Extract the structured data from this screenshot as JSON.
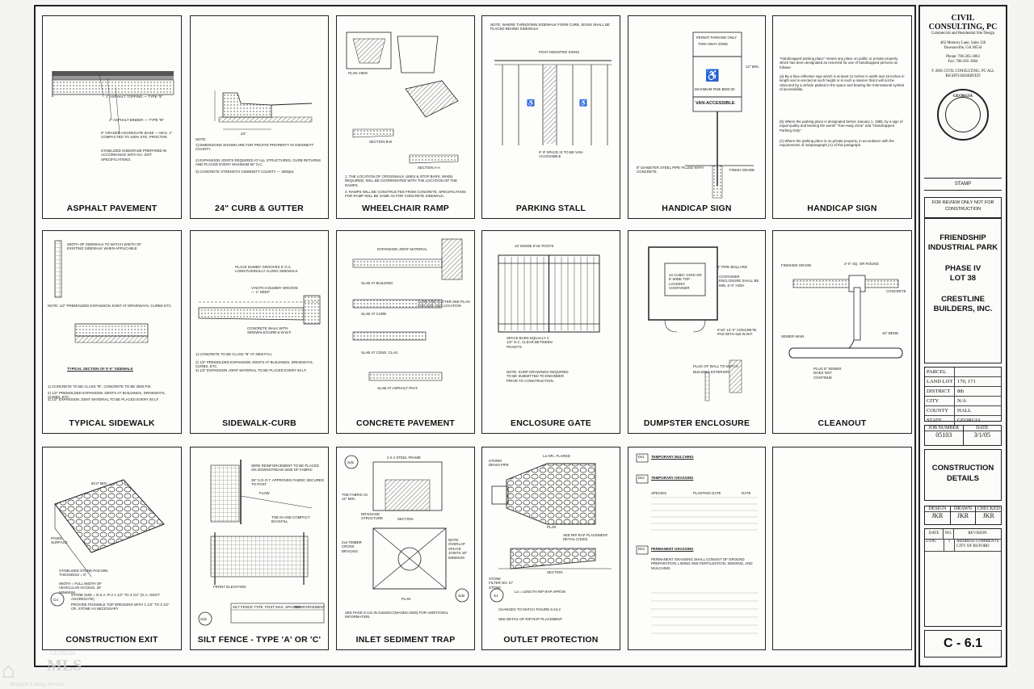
{
  "panels": [
    {
      "title": "ASPHALT PAVEMENT",
      "notes": [
        "1\" ASPHALT TOPPING — TYPE \"E\"",
        "2\" ASPHALT BINDER — TYPE \"B\"",
        "6\" GRADED AGGREGATE BASE — MAX. 1\" COMPACTED TO 100% STD. PROCTOR.",
        "STABILIZED SUBGRADE PREPARED IN ACCORDANCE WITH GA. DOT SPECIFICATIONS."
      ]
    },
    {
      "title": "24\" CURB & GUTTER",
      "notes": [
        "NOTE:",
        "1) DIMENSIONS SHOWN ARE FOR PRIVATE PROPERTY IN GWINNETT COUNTY.",
        "2) EXPANSION JOINTS REQUIRED AT ALL STRUCTURES, CURB RETURNS AND PLACED EVERY MAXIMUM 50' O.C.",
        "3) CONCRETE STRENGTH GWINNETT COUNTY — 3000psi"
      ]
    },
    {
      "title": "WHEELCHAIR RAMP",
      "notes": [
        "PLAN VIEW",
        "SECTION B-B",
        "SECTION A-A",
        "1. THE LOCATION OF CROSSWALK LINES & STOP BARS, WHEN REQUIRED, WILL BE COORDINATED WITH THE LOCATION OF THE RAMPS.",
        "2. RAMPS WILL BE CONSTRUCTED FROM CONCRETE, SPECIFICATION FOR RAMP WILL BE SAME AS FOR CONCRETE SIDEWALK."
      ]
    },
    {
      "title": "PARKING STALL",
      "notes": [
        "NOTE: WHERE TURNDOWN SIDEWALK FORM CURB, SIGNS SHALL BE PLACED BEHIND SIDEWALK.",
        "POST MOUNTED SIGNS",
        "8' IF SPACE IS TO BE VAN-ACCESSIBLE"
      ]
    },
    {
      "title": "HANDICAP SIGN",
      "notes": [
        "PERMIT PARKING ONLY",
        "TOW-AWAY ZONE",
        "MAXIMUM FINE $500.00",
        "VAN-ACCESSIBLE",
        "12\" MIN.",
        "FINISH GRADE",
        "8\" DIAMETER STEEL PIPE FILLED WITH CONCRETE."
      ]
    },
    {
      "title": "HANDICAP SIGN",
      "notes": [
        "\"Handicapped parking place\" means any place on public or private property which has been designated as reserved for use of handicapped persons as follows:",
        "(a) By a blue reflective sign which is at least 12 inches in width and 18 inches in length and is erected at such height or in such a manner that it will not be obscured by a vehicle parked in the space and bearing the International symbol of accessibility.",
        "(b) Where the parking place is designated before January 1, 1995, by a sign of equal quality and bearing the words \"Tow-Away Zone\" and \"Handicapped Parking Only\".",
        "(c) Where the parking place is on private property, in accordance with the requirements of subparagraph (A) of this paragraph."
      ]
    },
    {
      "title": "TYPICAL SIDEWALK",
      "notes": [
        "WIDTH OF SIDEWALK TO MATCH WIDTH OF EXISTING SIDEWALK WHEN APPLICABLE",
        "NOTE: 1/2\" PREMOLDED EXPANSION JOINT AT DRIVEWAYS, CURBS ETC.",
        "TYPICAL SECTION OF 5'-0\" SIDEWALK",
        "1) CONCRETE TO BE CLASS \"B\", CONCRETE TO BE 3000 PSI.",
        "2) 1/2\" PREMOLDED EXPANSION JOINTS AT BUILDINGS, DRIVEWAYS, CURBS, ETC.",
        "3) 1/2\" EXPANSION JOINT MATERIAL TO BE PLACED EVERY 50 LF."
      ]
    },
    {
      "title": "SIDEWALK-CURB",
      "notes": [
        "PLACE DUMMY GROOVES 5' O.C. LONGITUDINALLY ALONG SIDEWALK",
        "V-NOTCH DUMMY GROOVE — 1\" DEEP",
        "CONCRETE WALK WITH SIDEWALK/CURB & W.W.F.",
        "1) CONCRETE TO BE CLASS \"B\" AT 3000 P.S.I.",
        "2) 1/2\" PREMOLDED EXPANSION JOINTS AT BUILDINGS, DRIVEWAYS, CURBS, ETC.",
        "3) 1/2\" EXPANSION JOINT MATERIAL TO BE PLACED EVERY 50 LF."
      ]
    },
    {
      "title": "CONCRETE PAVEMENT",
      "notes": [
        "EXPANSION JOINT MATERIAL",
        "SLAB AT BUILDING",
        "CURB AND GUTTER SEE PLAN FOR SIZE AND LOCATION",
        "SLAB AT CURB",
        "SLAB AT CONS. CLAS.",
        "SLAB AT ASPHALT PAVT."
      ]
    },
    {
      "title": "ENCLOSURE GATE",
      "notes": [
        "10' INSIDE 6\"x5' POSTS",
        "SPACE BARS EQUALLY 2 1/2\" O.C. CLEAR BETWEEN PICKETS",
        "NOTE: SHOP DRAWINGS REQUIRED TO BE SUBMITTED TO ENGINEER PRIOR TO CONSTRUCTION."
      ]
    },
    {
      "title": "DUMPSTER ENCLOSURE",
      "notes": [
        "6\" PIPE BOLLARD",
        "CONTAINER ENCLOSURE SHALL BE MIN. 6'-0\" HIGH",
        "10 CUBIC YARD OR 8' WIDE TOP LOADING CONTAINER",
        "6\"x6\" 12'-0\" CONCRETE PAD WITH 6x6 W.W.F.",
        "PLUG OF WALL TO MATCH",
        "BUILDING EXTERIOR"
      ]
    },
    {
      "title": "CLEANOUT",
      "notes": [
        "FINISHED GRADE",
        "2'-0\" SQ. OR ROUND",
        "CONCRETE",
        "SEWER MAIN",
        "45° BEND",
        "PLUG 8\" SEWER DOES NOT CONTINUE"
      ]
    },
    {
      "title": "CONSTRUCTION EXIT",
      "notes": [
        "50.0' MIN.",
        "PAVED SURFACE",
        "STABILIZED STONE PAD MIN. THICKNESS = 6\"",
        "WIDTH = FULL WIDTH OF VEHICULAR ACCESS, 20' MINIMUM",
        "STONE SIZE = N.S.A. R-2 1 1/2\" TO 3 1/2\" (G.A. GDOT AGGREGATE)",
        "PROVIDE POSSIBLE TOP DRESSING WITH 1 1/2\" TO 3 1/2\" CR. STONE AS NECESSARY"
      ]
    },
    {
      "title": "SILT FENCE - TYPE 'A' OR 'C'",
      "notes": [
        "WIRE REINFORCEMENT TO BE PLACED ON DOWNSTREAM SIDE OF FABRIC",
        "36\" G.D.O.T. APPROVED FABRIC SECURED TO POST",
        "FLOW",
        "TOE IN AND COMPACT BACKFILL",
        "FRONT ELEVATION",
        "SILT FENCE TYPE",
        "POST MAX. SPACING",
        "REINFORCEMENT"
      ]
    },
    {
      "title": "INLET SEDIMENT TRAP",
      "notes": [
        "2 X 4 STEEL FRAME",
        "TOE FABRIC IN 12\" MIN.",
        "DRAINAGE STRUCTURE",
        "SECTION",
        "2x4 TIMBER CROSS BRACING",
        "PLAN",
        "NOTE: OVERLAP SPLICE JOINTS 18\" MINIMUM",
        "SEE PAGE 6-141 IN GaSWCC(MANDS-2000) FOR ADDITIONAL INFORMATION."
      ]
    },
    {
      "title": "OUTLET PROTECTION",
      "notes": [
        "STORM DRAIN PIPE",
        "La OR= FLARED",
        "PLAN",
        "SEE RIP RAP PLACEMENT DETAIL (CD40)",
        "SECTION",
        "STONE FILTER NO. 57 STONE",
        "La = LENGTH RIP RAP APRON",
        "CHANGES TO MATCH FIGURE 6-24.3",
        "SEE DETAIL OF RIP-RAP PLACEMENT"
      ]
    },
    {
      "title": "",
      "notes": [
        "TEMPORARY MULCHING",
        "TEMPORARY GRASSING",
        "SPECIES",
        "PLANTING DATE",
        "RATE",
        "PERMANENT GRASSING",
        "PERMANENT GRASSING SHALL CONSIST OF GROUND PREPARATION, LIMING AND FERTILIZATION, SEEDING, AND MULCHING."
      ],
      "labels": [
        "Ds1",
        "Ds2",
        "Ds3"
      ]
    }
  ],
  "title_block": {
    "firm_name": "CIVIL CONSULTING, PC",
    "firm_tagline": "Commercial and Residential Site Design",
    "firm_address_1": "462 Memory Lane, Suite 120",
    "firm_address_2": "Dawsonville, GA 30534",
    "firm_phone": "Phone: 706-265-1863",
    "firm_fax": "Fax: 706-265-1864",
    "copyright": "© 2005 CIVIL CONSULTING, PC ALL RIGHTS RESERVED",
    "stamp_label": "STAMP",
    "stamp_text": "GEORGIA",
    "review_note": "FOR REVIEW ONLY NOT FOR CONSTRUCTION",
    "project_1": "FRIENDSHIP INDUSTRIAL PARK",
    "project_2": "PHASE IV",
    "project_3": "LOT 38",
    "project_4": "CRESTLINE BUILDERS, INC.",
    "parcel": [
      {
        "label": "PARCEL",
        "value": ""
      },
      {
        "label": "LAND LOT",
        "value": "170, 171"
      },
      {
        "label": "DISTRICT",
        "value": "8th"
      },
      {
        "label": "CITY",
        "value": "N/A"
      },
      {
        "label": "COUNTY",
        "value": "HALL"
      },
      {
        "label": "STATE",
        "value": "GEORGIA"
      }
    ],
    "job_number_label": "JOB NUMBER",
    "job_number": "05103",
    "date_label": "DATE",
    "date": "3/1/05",
    "sheet_title": "CONSTRUCTION DETAILS",
    "design_label": "DESIGN",
    "design": "JKR",
    "drawn_label": "DRAWN",
    "drawn": "JKR",
    "checked_label": "CHECKED",
    "checked": "JKR",
    "rev_date_label": "DATE",
    "rev_no_label": "NO.",
    "revision_label": "REVISION",
    "rev_date": "5/3/05",
    "rev_no": "1",
    "rev_text": "ADDRESS COMMENTS CITY OF BUFORD",
    "sheet_number": "C - 6.1"
  },
  "watermark": {
    "line1": "GEORGIA",
    "line2": "MLS",
    "line3": "Multiple Listing Service"
  }
}
